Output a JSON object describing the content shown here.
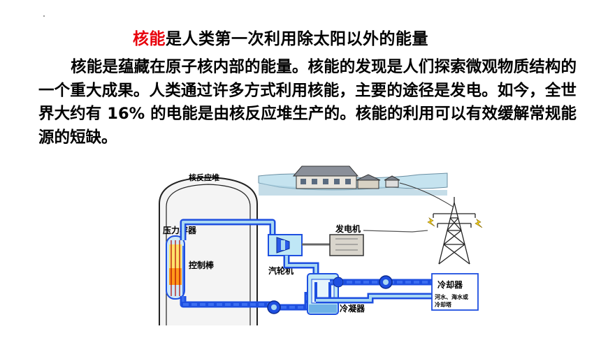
{
  "slide": {
    "title_highlight": "核能",
    "title_rest": "是人类第一次利用除太阳以外的能量",
    "paragraph": "核能是蕴藏在原子核内部的能量。核能的发现是人们探索微观物质结构的一个重大成果。人类通过许多方式利用核能，主要的途径是发电。如今，全世界大约有 16% 的电能是由核反应堆生产的。核能的利用可以有效缓解常规能源的短缺。"
  },
  "diagram": {
    "labels": {
      "reactor": "核反应堆",
      "pressure_vessel": "压力容器",
      "control_rod": "控制棒",
      "generator": "发电机",
      "turbine": "汽轮机",
      "condenser": "冷凝器",
      "cooler": "冷却器",
      "cooler_note_line1": "河水、海水或",
      "cooler_note_line2": "冷却塔"
    },
    "colors": {
      "pipe": "#1e4fe0",
      "pipe_light": "#a9d8f2",
      "water": "#b8e6f7",
      "reactor_fill": "#f4f4f4",
      "highlight": "#e8000b"
    }
  }
}
